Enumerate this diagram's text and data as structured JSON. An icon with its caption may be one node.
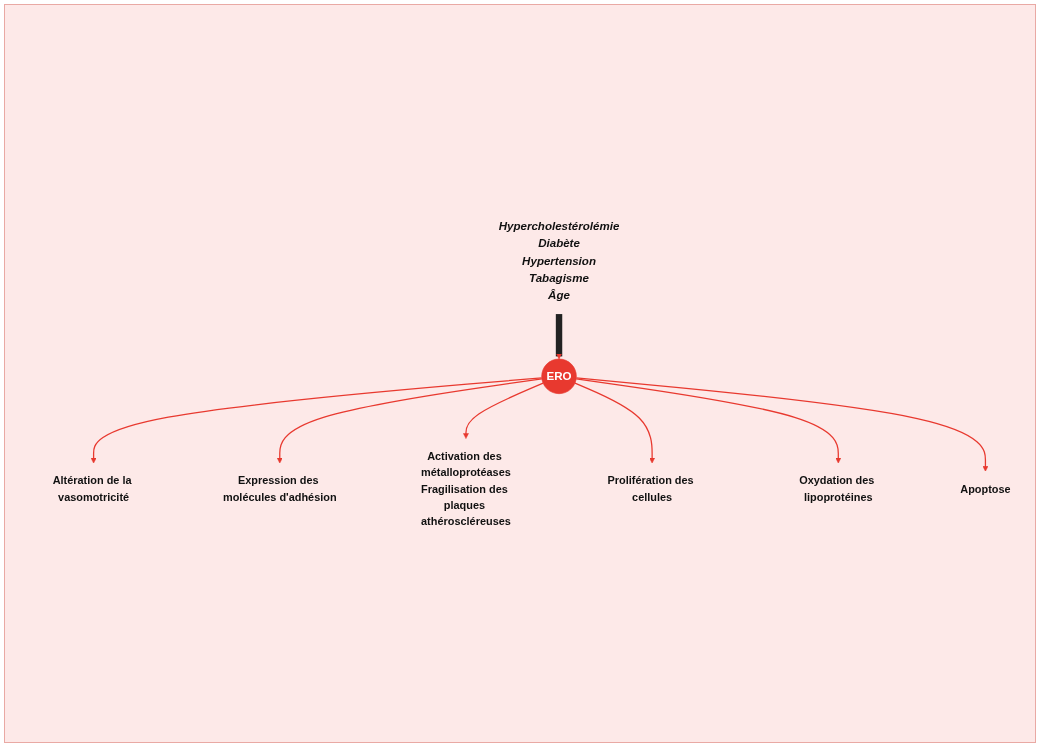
{
  "diagram": {
    "nodes": [
      {
        "text": [
          "Hypercholestérolémie",
          "Diabète",
          "Hypertension",
          "Tabagisme",
          "Âge"
        ]
      },
      {
        "text": [
          "ERO"
        ]
      },
      {
        "text": [
          "Altération de la vasomotricité"
        ]
      },
      {
        "text": [
          "Expression des molécules d'adhésion"
        ]
      },
      {
        "text": [
          "Activation des métalloprotéases",
          "Fragilisation des plaques athéroscléreuses"
        ]
      },
      {
        "text": [
          "Prolifération des cellules"
        ]
      },
      {
        "text": [
          "Oxydation des lipoprotéines"
        ]
      },
      {
        "text": [
          "Apoptose"
        ]
      }
    ],
    "edges": [
      {
        "from": 0,
        "to": 1,
        "arrow": "to",
        "style": "thick",
        "color": "#222222"
      },
      {
        "from": 1,
        "to": 2,
        "arrow": "to"
      },
      {
        "from": 1,
        "to": 3,
        "arrow": "to"
      },
      {
        "from": 1,
        "to": 4,
        "arrow": "to"
      },
      {
        "from": 1,
        "to": 5,
        "arrow": "to"
      },
      {
        "from": 1,
        "to": 6,
        "arrow": "to"
      },
      {
        "from": 1,
        "to": 7,
        "arrow": "to"
      }
    ]
  }
}
